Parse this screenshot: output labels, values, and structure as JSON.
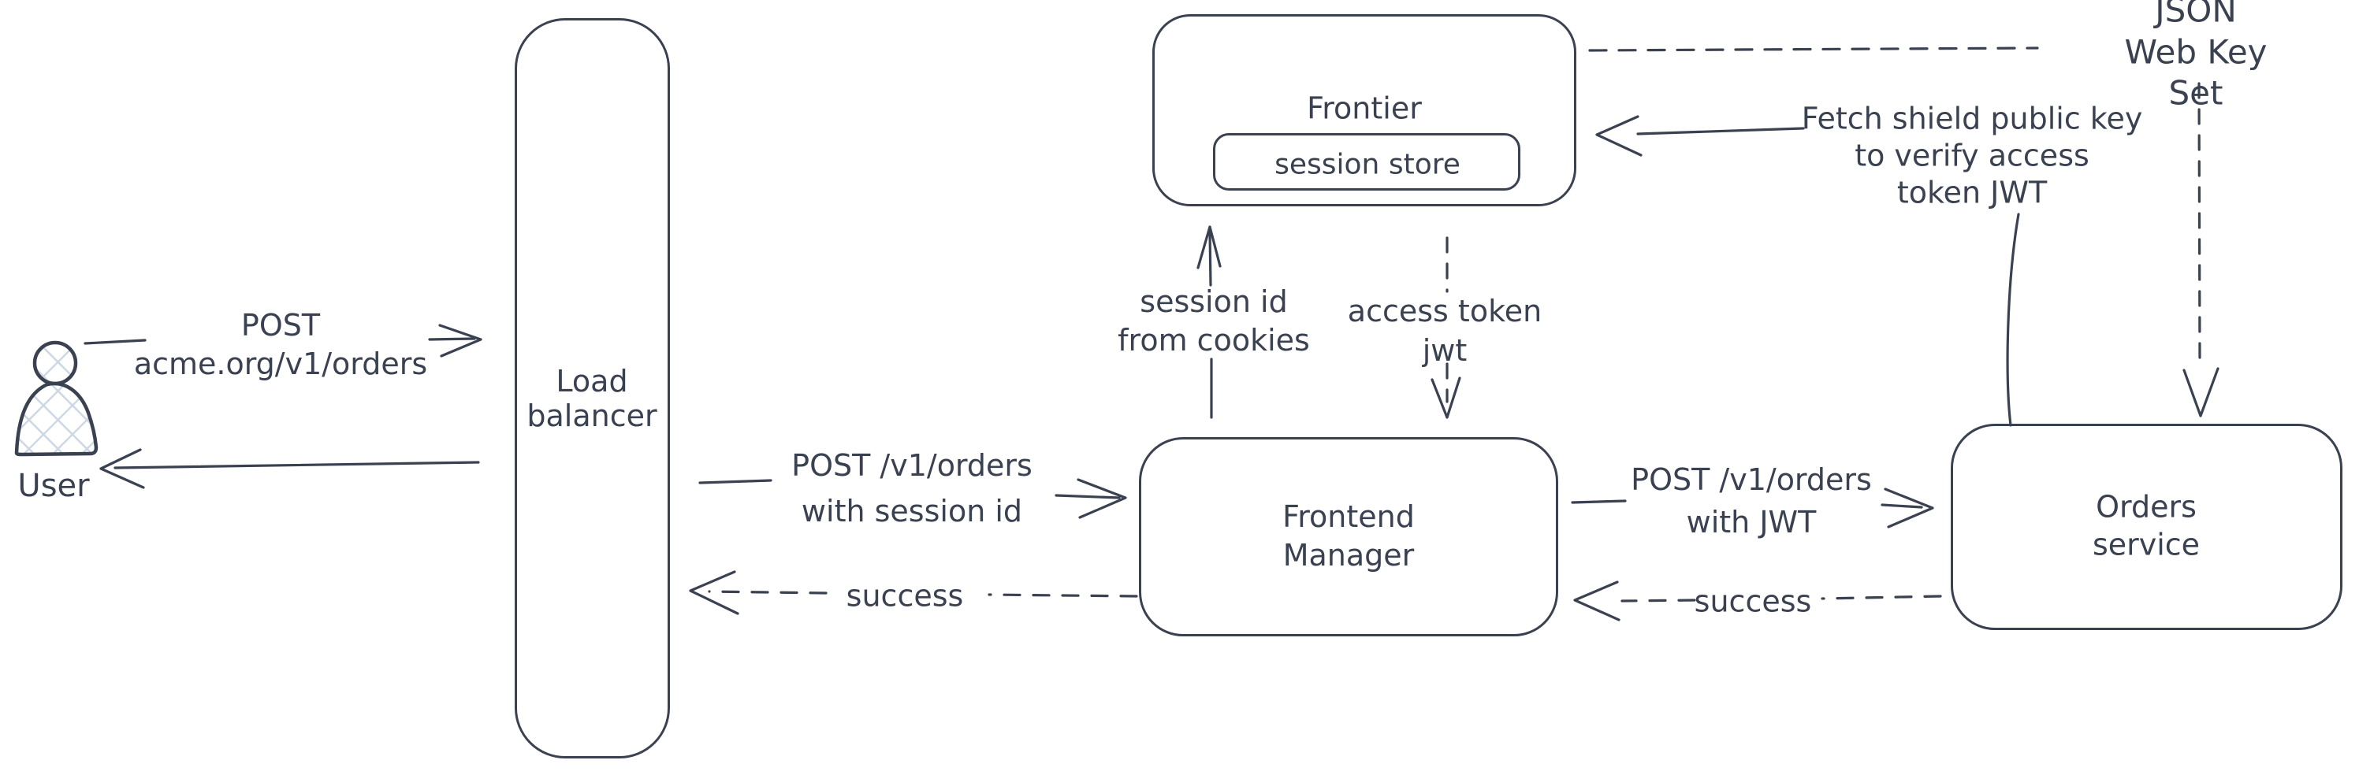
{
  "colors": {
    "ink": "#3a4150",
    "hatch_fill": "#ccd7e3",
    "background": "#ffffff"
  },
  "nodes": {
    "user": {
      "label": "User"
    },
    "load_balancer": {
      "label": "Load\nbalancer"
    },
    "frontier": {
      "label": "Frontier"
    },
    "session_store": {
      "label": "session store"
    },
    "frontend_manager": {
      "label": "Frontend\nManager"
    },
    "orders_service": {
      "label": "Orders service"
    }
  },
  "edges": {
    "user_to_lb": {
      "label": "POST\nacme.org/v1/orders"
    },
    "lb_to_fm": {
      "label": "POST /v1/orders\nwith session id"
    },
    "fm_to_lb": {
      "label": "success"
    },
    "fm_to_frontier": {
      "label": "session id\nfrom cookies"
    },
    "frontier_to_fm": {
      "label": "access token\njwt"
    },
    "fm_to_orders": {
      "label": "POST /v1/orders\nwith JWT"
    },
    "orders_to_fm": {
      "label": "success"
    },
    "orders_to_frontier": {
      "label": "Fetch shield public key\nto verify access\ntoken JWT"
    },
    "frontier_to_jwks": {
      "label": "JSON Web Key Set"
    }
  }
}
